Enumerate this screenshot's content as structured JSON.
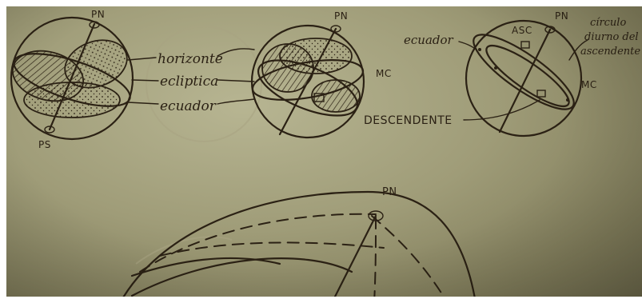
{
  "sketch": {
    "labels": {
      "pn": "PN",
      "ps": "PS",
      "horizonte": "horizonte",
      "ecliptica": "ecliptica",
      "ecuador": "ecuador",
      "mc": "MC",
      "descendente": "DESCENDENTE",
      "asc": "ASC",
      "circulo_line1": "círculo",
      "circulo_line2": "diurno del",
      "circulo_line3": "ascendente"
    }
  }
}
